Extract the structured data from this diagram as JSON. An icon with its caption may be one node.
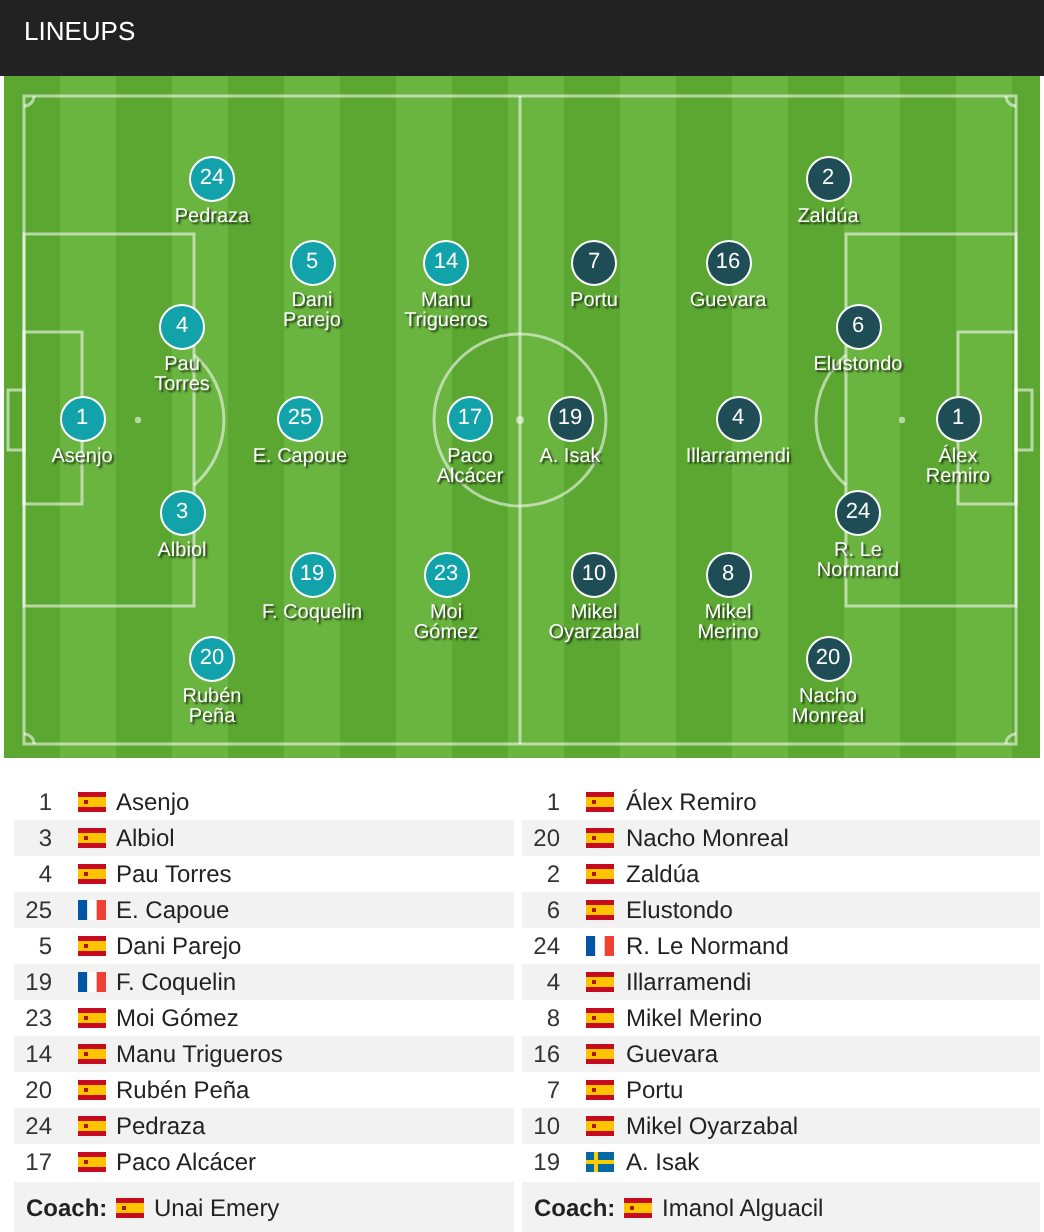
{
  "diagram": {
    "title": "LINEUPS",
    "nodes": [
      {
        "text": [
          "24"
        ],
        "beside": [
          "Pedraza"
        ]
      },
      {
        "text": [
          "2"
        ],
        "beside": [
          "Zaldúa"
        ]
      },
      {
        "text": [
          "5"
        ],
        "beside": [
          "Dani Parejo"
        ]
      },
      {
        "text": [
          "14"
        ],
        "beside": [
          "Manu Trigueros"
        ]
      },
      {
        "text": [
          "7"
        ],
        "beside": [
          "Portu"
        ]
      },
      {
        "text": [
          "16"
        ],
        "beside": [
          "Guevara"
        ]
      },
      {
        "text": [
          "4"
        ],
        "beside": [
          "Pau Torres"
        ]
      },
      {
        "text": [
          "6"
        ],
        "beside": [
          "Elustondo"
        ]
      },
      {
        "text": [
          "1"
        ],
        "beside": [
          "Asenjo"
        ]
      },
      {
        "text": [
          "25"
        ],
        "beside": [
          "E. Capoue"
        ]
      },
      {
        "text": [
          "17"
        ],
        "beside": [
          "Paco Alcácer"
        ]
      },
      {
        "text": [
          "19"
        ],
        "beside": [
          "A. Isak"
        ]
      },
      {
        "text": [
          "4"
        ],
        "beside": [
          "Illarramendi"
        ]
      },
      {
        "text": [
          "1"
        ],
        "beside": [
          "Álex Remiro"
        ]
      },
      {
        "text": [
          "3"
        ],
        "beside": [
          "Albiol"
        ]
      },
      {
        "text": [
          "24"
        ],
        "beside": [
          "R. Le Normand"
        ]
      },
      {
        "text": [
          "19"
        ],
        "beside": [
          "F. Coquelin"
        ]
      },
      {
        "text": [
          "23"
        ],
        "beside": [
          "Moi Gómez"
        ]
      },
      {
        "text": [
          "10"
        ],
        "beside": [
          "Mikel Oyarzabal"
        ]
      },
      {
        "text": [
          "8"
        ],
        "beside": [
          "Mikel Merino"
        ]
      },
      {
        "text": [
          "20"
        ],
        "beside": [
          "Rubén Peña"
        ]
      },
      {
        "text": [
          "20"
        ],
        "beside": [
          "Nacho Monreal"
        ]
      }
    ],
    "edges": [],
    "labels": [
      "1",
      "Asenjo",
      "1",
      "Álex Remiro",
      "3",
      "Albiol",
      "20",
      "Nacho Monreal",
      "4",
      "Pau Torres",
      "2",
      "Zaldúa",
      "25",
      "E. Capoue",
      "6",
      "Elustondo",
      "5",
      "Dani Parejo",
      "24",
      "R. Le Normand",
      "19",
      "F. Coquelin",
      "4",
      "Illarramendi",
      "23",
      "Moi Gómez",
      "8",
      "Mikel Merino",
      "14",
      "Manu Trigueros",
      "16",
      "Guevara",
      "20",
      "Rubén Peña",
      "7",
      "Portu",
      "24",
      "Pedraza",
      "10",
      "Mikel Oyarzabal",
      "17",
      "Paco Alcácer",
      "19",
      "A. Isak",
      "Coach:",
      "Unai Emery",
      "Coach:",
      "Imanol Alguacil"
    ]
  }
}
